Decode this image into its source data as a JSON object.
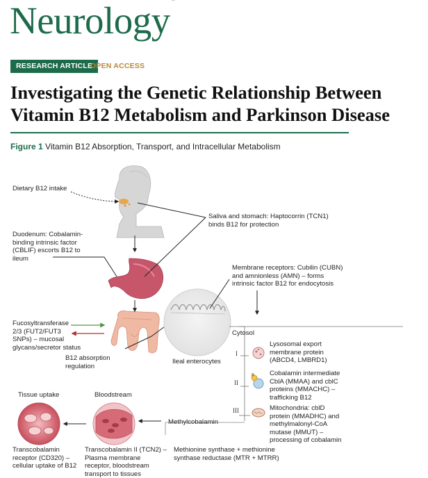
{
  "journal": {
    "name": "Neurology",
    "mark": "®"
  },
  "article": {
    "type_badge": "RESEARCH ARTICLE",
    "access_badge": "OPEN ACCESS",
    "title_line1": "Investigating the Genetic Relationship Between",
    "title_line2": "Vitamin B12 Metabolism and Parkinson Disease"
  },
  "figure": {
    "label": "Figure 1",
    "caption": "Vitamin B12 Absorption, Transport, and Intracellular Metabolism",
    "labels": {
      "dietary": "Dietary B12 intake",
      "saliva_l1": "Saliva and stomach: Haptocorrin (TCN1)",
      "saliva_l2": "binds B12 for protection",
      "duo_l1": "Duodenum: Cobalamin-",
      "duo_l2": "binding intrinsic factor",
      "duo_l3": "(CBLIF) escorts B12 to",
      "duo_l4": "ileum",
      "mem_l1": "Membrane receptors: Cubilin (CUBN)",
      "mem_l2": "and amnionless (AMN) – forms",
      "mem_l3": "intrinsic factor B12 for endocytosis",
      "fuc_l1": "Fucosyltransferase",
      "fuc_l2": "2/3 (FUT2/FUT3",
      "fuc_l3": "SNPs) – mucosal",
      "fuc_l4": "glycans/secretor status",
      "b12reg_l1": "B12 absorption",
      "b12reg_l2": "regulation",
      "ileal": "Ileal enterocytes",
      "cytosol": "Cytosol",
      "lyso_l1": "Lysosomal export",
      "lyso_l2": "membrane protein",
      "lyso_l3": "(ABCD4, LMBRD1)",
      "cobal_l1": "Cobalamin intermediate",
      "cobal_l2": "CblA (MMAA) and cblC",
      "cobal_l3": "proteins (MMACHC) –",
      "cobal_l4": "trafficking B12",
      "mito_l1": "Mitochondria: cblD",
      "mito_l2": "protein (MMADHC) and",
      "mito_l3": "methylmalonyl-CoA",
      "mito_l4": "mutase (MMUT) –",
      "mito_l5": "processing of cobalamin",
      "methylcob": "Methylcobalamin",
      "msyn_l1": "Methionine synthase + methionine",
      "msyn_l2": "synthase reductase (MTR + MTRR)",
      "tissue": "Tissue uptake",
      "blood": "Bloodstream",
      "tcr_l1": "Transcobalamin",
      "tcr_l2": "receptor (CD320) –",
      "tcr_l3": "cellular uptake of B12",
      "tc2_l1": "Transcobalamin II (TCN2) –",
      "tc2_l2": "Plasma membrane",
      "tc2_l3": "receptor, bloodstream",
      "tc2_l4": "transport to tissues",
      "roman_1": "I",
      "roman_2": "II",
      "roman_3": "III",
      "p_badge": "P"
    }
  },
  "colors": {
    "brand": "#1d6b4a",
    "accent": "#b8883a",
    "stomach": "#c8566b",
    "intestine": "#f0b9a4",
    "skin": "#d9d9d9",
    "arrow_green": "#4a9a3c",
    "arrow_red": "#b03030"
  }
}
